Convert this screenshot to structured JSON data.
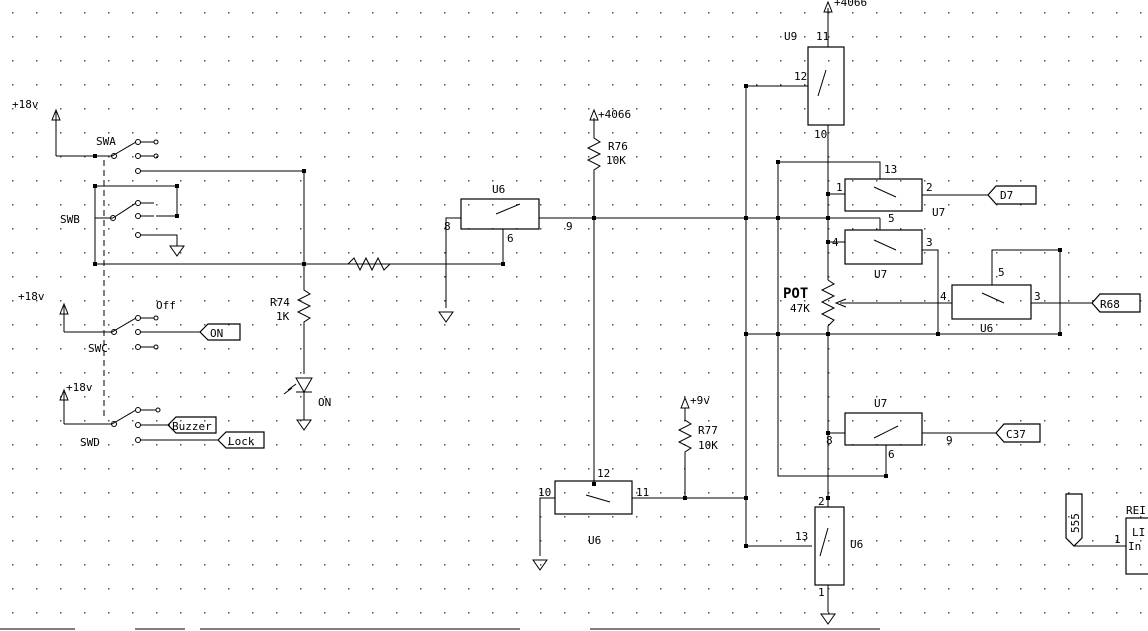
{
  "schematic": {
    "supplies": {
      "plus18_a": "+18v",
      "plus18_b": "+18v",
      "plus18_c": "+18v",
      "plus4066_r76": "+4066",
      "plus4066_top": "+4066",
      "plus9": "+9v"
    },
    "switches": {
      "swa": "SWA",
      "swb": "SWB",
      "swc": "SWC",
      "swd": "SWD",
      "off_label": "Off"
    },
    "resistors": {
      "r74_name": "R74",
      "r74_value": "1K",
      "r76_name": "R76",
      "r76_value": "10K",
      "r77_name": "R77",
      "r77_value": "10K",
      "pot_name": "POT",
      "pot_value": "47K"
    },
    "led": {
      "label": "ON"
    },
    "connectors": {
      "on": "ON",
      "buzzer": "Buzzer",
      "lock": "Lock",
      "d7": "D7",
      "r68": "R68",
      "c37": "C37",
      "n555": "555"
    },
    "chips": {
      "u6_a": "U6",
      "u6_b": "U6",
      "u6_c": "U6",
      "u6_d": "U6",
      "u7_a": "U7",
      "u7_b": "U7",
      "u7_c": "U7",
      "u9": "U9"
    },
    "pins": {
      "u6a_8": "8",
      "u6a_6": "6",
      "u6a_9": "9",
      "u6b_10": "10",
      "u6b_12": "12",
      "u6b_11": "11",
      "u6c_4": "4",
      "u6c_5": "5",
      "u6c_3": "3",
      "u6d_2": "2",
      "u6d_13": "13",
      "u6d_1": "1",
      "u7a_13": "13",
      "u7a_1": "1",
      "u7a_2": "2",
      "u7b_5": "5",
      "u7b_4": "4",
      "u7b_3": "3",
      "u7c_8": "8",
      "u7c_6": "6",
      "u7c_9": "9",
      "u9_11": "11",
      "u9_12": "12",
      "u9_10": "10",
      "re_1": "1"
    },
    "partial_block": {
      "title": "REI",
      "line1": "LI",
      "line2": "In"
    }
  }
}
